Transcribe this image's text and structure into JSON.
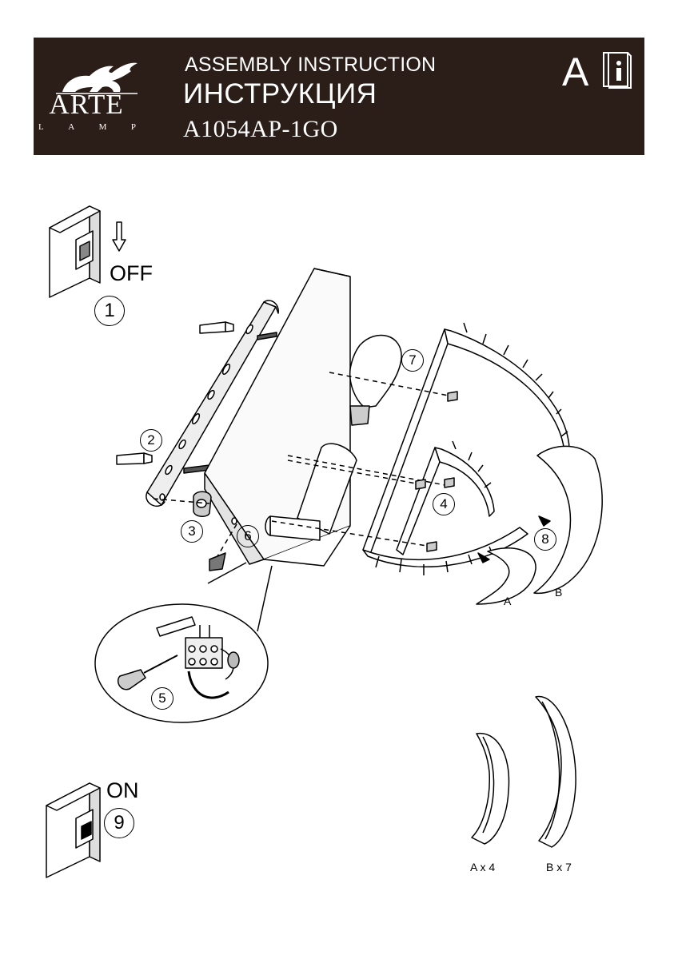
{
  "header": {
    "logo_word": "ARTE",
    "logo_sub": [
      "L",
      "A",
      "M",
      "P"
    ],
    "title_en": "ASSEMBLY INSTRUCTION",
    "title_ru": "ИНСТРУКЦИЯ",
    "model": "A1054AP-1GO",
    "letter": "A"
  },
  "switch_off": {
    "label": "OFF",
    "step": "1"
  },
  "switch_on": {
    "label": "ON",
    "step": "9"
  },
  "steps": [
    "2",
    "3",
    "4",
    "5",
    "6",
    "7",
    "8"
  ],
  "segments": {
    "a_letter": "A",
    "b_letter": "B",
    "a_qty": "A x 4",
    "b_qty": "B x 7"
  }
}
